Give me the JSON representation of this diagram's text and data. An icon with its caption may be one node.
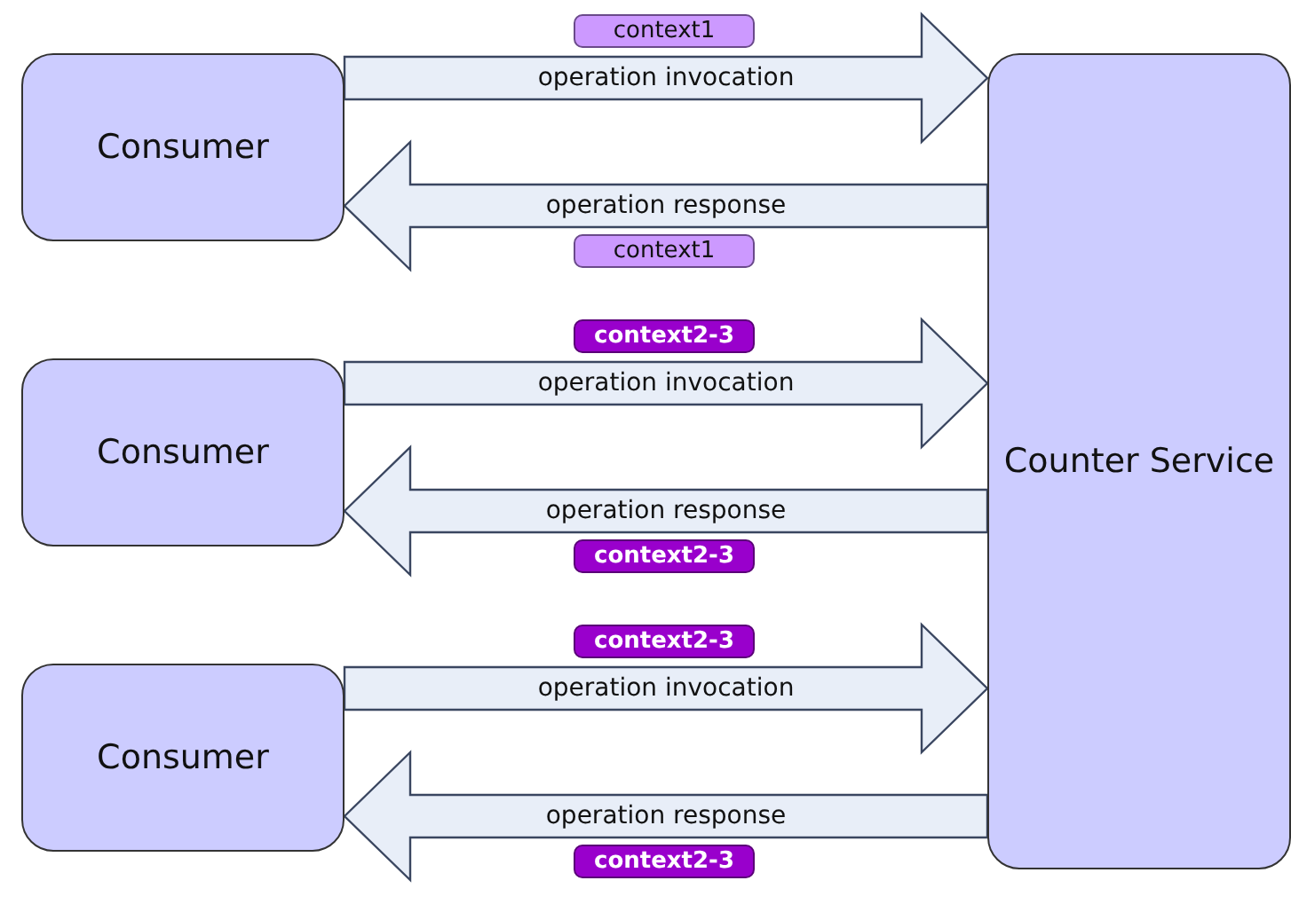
{
  "diagram": {
    "nodes": [
      {
        "text": [
          "Consumer"
        ]
      },
      {
        "text": [
          "Consumer"
        ]
      },
      {
        "text": [
          "Consumer"
        ]
      },
      {
        "text": [
          "Counter Service"
        ]
      },
      {
        "text": [
          "context1"
        ]
      },
      {
        "text": [
          "context1"
        ]
      },
      {
        "text": [
          "context2-3"
        ]
      },
      {
        "text": [
          "context2-3"
        ]
      },
      {
        "text": [
          "context2-3"
        ]
      },
      {
        "text": [
          "context2-3"
        ]
      }
    ],
    "edges": [
      {
        "from": 0,
        "to": 3,
        "arrow": "to",
        "label": "operation invocation"
      },
      {
        "from": 3,
        "to": 0,
        "arrow": "to",
        "label": "operation response"
      },
      {
        "from": 1,
        "to": 3,
        "arrow": "to",
        "label": "operation invocation"
      },
      {
        "from": 3,
        "to": 1,
        "arrow": "to",
        "label": "operation response"
      },
      {
        "from": 2,
        "to": 3,
        "arrow": "to",
        "label": "operation invocation"
      },
      {
        "from": 3,
        "to": 2,
        "arrow": "to",
        "label": "operation response"
      }
    ]
  }
}
